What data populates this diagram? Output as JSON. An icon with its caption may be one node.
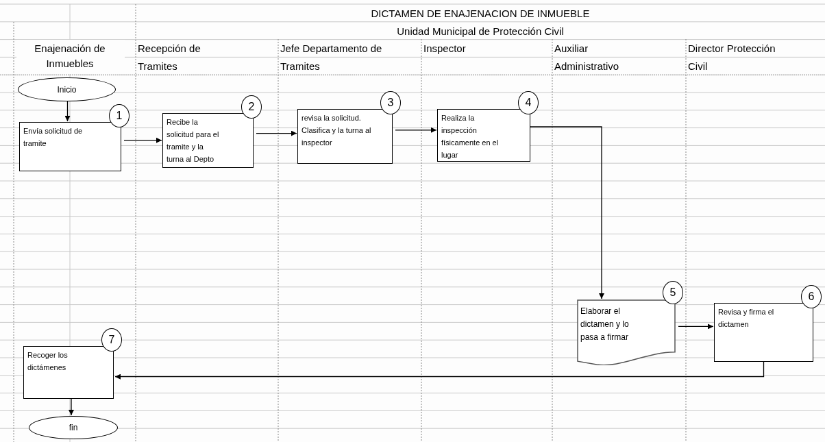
{
  "diagram": {
    "title": "DICTAMEN DE ENAJENACION DE INMUEBLE",
    "nodes": [
      {
        "text": [
          "Inicio"
        ]
      },
      {
        "text": [
          "Envía solicitud de tramite"
        ],
        "beside": [
          "1"
        ]
      },
      {
        "text": [
          "Recibe la solicitud para el tramite y la turna al Depto"
        ],
        "beside": [
          "2"
        ]
      },
      {
        "text": [
          "revisa la solicitud. Clasifica y la turna al inspector"
        ],
        "beside": [
          "3"
        ]
      },
      {
        "text": [
          "Realiza la inspección físicamente en el lugar"
        ],
        "beside": [
          "4"
        ]
      },
      {
        "text": [
          "Elaborar el dictamen y lo pasa a firmar"
        ],
        "beside": [
          "5"
        ]
      },
      {
        "text": [
          "Revisa y firma el dictamen"
        ],
        "beside": [
          "6"
        ]
      },
      {
        "text": [
          "Recoger los dictámenes"
        ],
        "beside": [
          "7"
        ]
      },
      {
        "text": [
          "fin"
        ]
      }
    ],
    "edges": [
      {
        "from": 0,
        "to": 1,
        "arrow": "to"
      },
      {
        "from": 1,
        "to": 2,
        "arrow": "to"
      },
      {
        "from": 2,
        "to": 3,
        "arrow": "to"
      },
      {
        "from": 3,
        "to": 4,
        "arrow": "to"
      },
      {
        "from": 4,
        "to": 5,
        "arrow": "to"
      },
      {
        "from": 5,
        "to": 6,
        "arrow": "to"
      },
      {
        "from": 6,
        "to": 7,
        "arrow": "to"
      },
      {
        "from": 7,
        "to": 8,
        "arrow": "to"
      }
    ],
    "labels": [
      "Unidad Municipal de Protección Civil",
      "Enajenación de Inmuebles",
      "Recepción de Tramites",
      "Jefe Departamento de Tramites",
      "Inspector",
      "Auxiliar Administrativo",
      "Director Protección Civil"
    ]
  }
}
